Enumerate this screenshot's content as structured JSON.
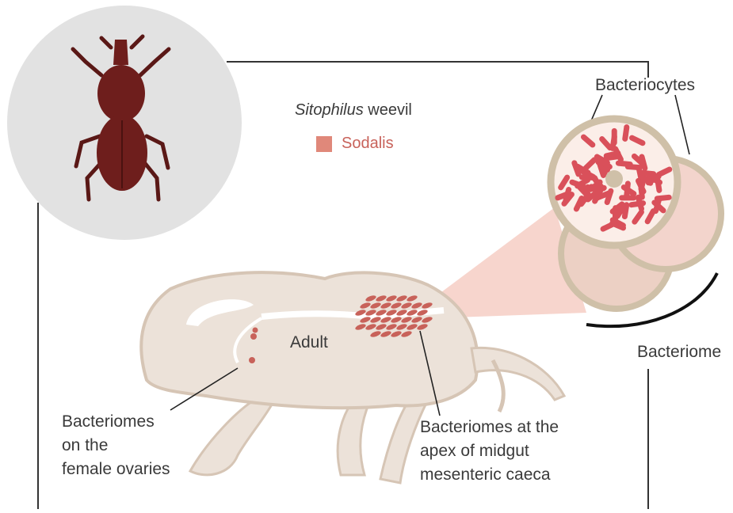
{
  "figure": {
    "species_name": "Sitophilus",
    "species_suffix": "weevil",
    "legend_label": "Sodalis",
    "legend_color": "#e0887a",
    "label_adult": "Adult",
    "label_bacteriocytes": "Bacteriocytes",
    "label_bacteriome": "Bacteriome",
    "label_ovaries": [
      "Bacteriomes",
      "on the",
      "female ovaries"
    ],
    "label_midgut": [
      "Bacteriomes at the",
      "apex of midgut",
      "mesenteric caeca"
    ]
  },
  "colors": {
    "body_fill": "#ece2d9",
    "body_stroke": "#d6c5b5",
    "beetle": "#6e1e1c",
    "bacteria": "#d9505a",
    "cell_ring": "#cfc0a8",
    "frame": "#333333",
    "circle_bg": "#e2e2e2"
  }
}
